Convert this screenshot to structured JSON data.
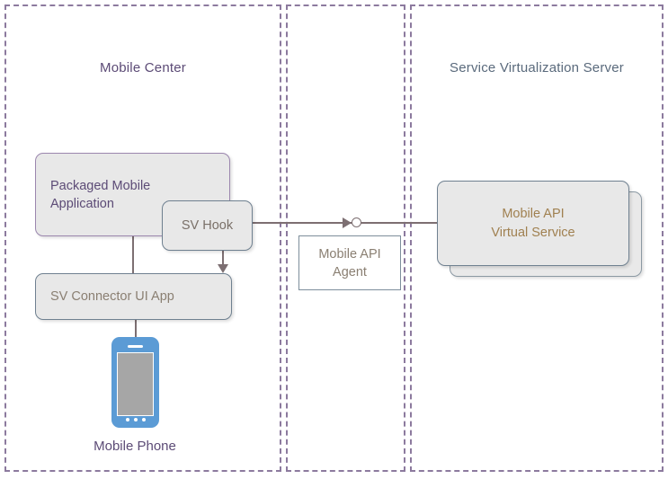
{
  "diagram": {
    "title_hidden": "",
    "zones": [
      {
        "id": "mobile-center",
        "label": "Mobile Center"
      },
      {
        "id": "middle",
        "label": ""
      },
      {
        "id": "sv-server",
        "label": "Service Virtualization Server"
      }
    ],
    "nodes": {
      "packaged_app": "Packaged Mobile\nApplication",
      "sv_hook": "SV Hook",
      "sv_connector": "SV Connector UI App",
      "mobile_api_agent": "Mobile API\nAgent",
      "mobile_api_virtual_service": "Mobile API\nVirtual Service",
      "mobile_phone_caption": "Mobile Phone"
    },
    "icons": {
      "phone": "mobile-phone-icon",
      "socket": "endpoint-circle-icon",
      "arrow_right": "arrow-right-icon",
      "arrow_down": "arrow-down-icon"
    },
    "colors": {
      "zone_border": "#8c7a9e",
      "zone_title_left": "#5c4b76",
      "zone_title_right": "#5a6a7c",
      "node_fill": "#e8e8e8",
      "node_border_purple": "#9b86ae",
      "node_border_gray": "#6f8090",
      "label_purple": "#5c4b76",
      "label_tan": "#8a7f72",
      "label_orange": "#a08050",
      "connector": "#7d6f72",
      "phone_body": "#5b9bd5",
      "phone_screen": "#a6a6a6",
      "agent_fill": "#ffffff"
    }
  }
}
